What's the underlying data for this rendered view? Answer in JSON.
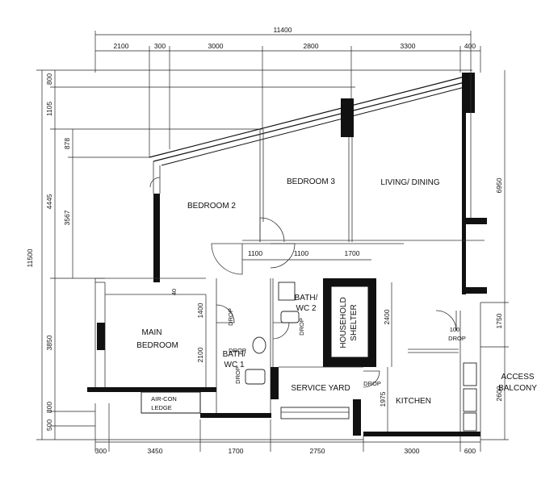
{
  "dimensions": {
    "top_total": "11400",
    "top": [
      "2100",
      "300",
      "3000",
      "2800",
      "3300",
      "400"
    ],
    "bottom": [
      "300",
      "3450",
      "1700",
      "2750",
      "3000",
      "600"
    ],
    "left_total": "11500",
    "left_outer": [
      "800",
      "1105",
      "4445",
      "3850",
      "800",
      "500"
    ],
    "left_inner": [
      "878",
      "3567"
    ],
    "right": [
      "6950",
      "1750",
      "2600"
    ],
    "interior": [
      "1100",
      "1100",
      "1700",
      "1400",
      "2100",
      "2400",
      "1975",
      "100",
      "40"
    ]
  },
  "rooms": {
    "bedroom2": "BEDROOM 2",
    "bedroom3": "BEDROOM 3",
    "living": "LIVING/ DINING",
    "main_bedroom_1": "MAIN",
    "main_bedroom_2": "BEDROOM",
    "bath2_1": "BATH/",
    "bath2_2": "WC 2",
    "bath1_1": "BATH/",
    "bath1_2": "WC 1",
    "shelter_1": "HOUSEHOLD",
    "shelter_2": "SHELTER",
    "service_yard": "SERVICE YARD",
    "kitchen": "KITCHEN",
    "aircon_1": "AIR-CON",
    "aircon_2": "LEDGE",
    "access_1": "ACCESS",
    "access_2": "BALCONY"
  },
  "labels": {
    "drop": "DROP"
  }
}
